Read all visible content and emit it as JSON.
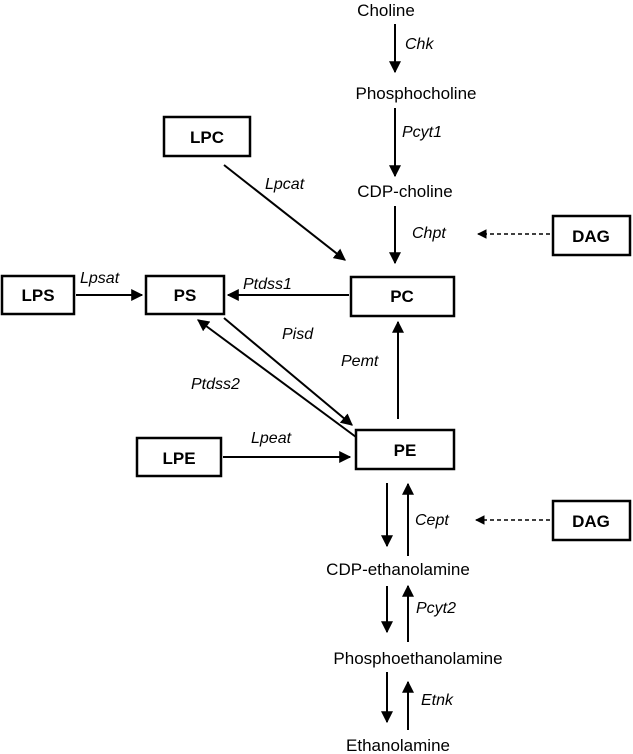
{
  "metabolites": {
    "choline": "Choline",
    "phosphocholine": "Phosphocholine",
    "cdp_choline": "CDP-choline",
    "cdp_ethanolamine": "CDP-ethanolamine",
    "phosphoethanolamine": "Phosphoethanolamine",
    "ethanolamine": "Ethanolamine"
  },
  "boxes": {
    "lpc": "LPC",
    "lps": "LPS",
    "ps": "PS",
    "pc": "PC",
    "pe": "PE",
    "lpe": "LPE",
    "dag_top": "DAG",
    "dag_bottom": "DAG"
  },
  "enzymes": {
    "chk": "Chk",
    "pcyt1": "Pcyt1",
    "lpcat": "Lpcat",
    "chpt": "Chpt",
    "lpsat": "Lpsat",
    "ptdss1": "Ptdss1",
    "pisd": "Pisd",
    "ptdss2": "Ptdss2",
    "pemt": "Pemt",
    "lpeat": "Lpeat",
    "cept": "Cept",
    "pcyt2": "Pcyt2",
    "etnk": "Etnk"
  }
}
